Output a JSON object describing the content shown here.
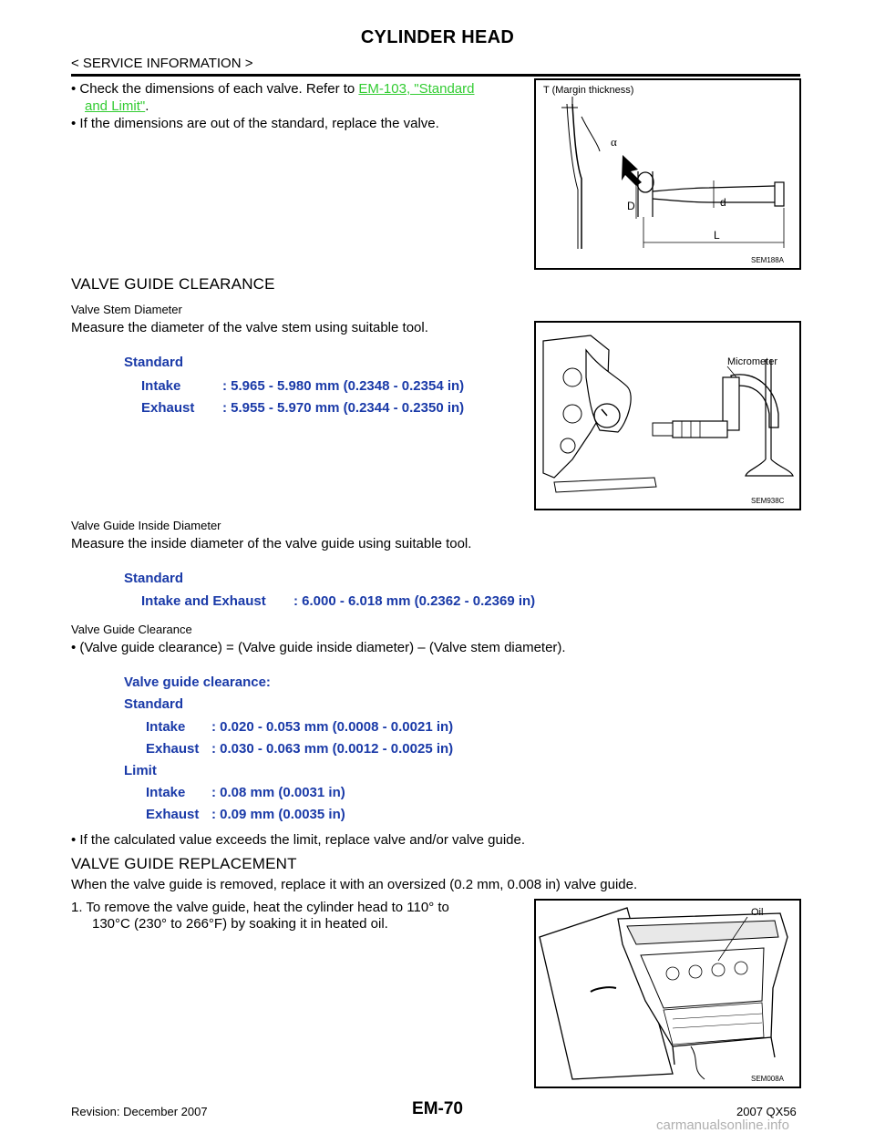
{
  "header": {
    "title": "CYLINDER HEAD",
    "section": "< SERVICE INFORMATION >"
  },
  "intro": {
    "bullet1_text": "• Check the dimensions of each valve. Refer to ",
    "bullet1_link_line1": "EM-103, \"Standard",
    "bullet1_link_line2": "and Limit\"",
    "bullet1_end": ".",
    "bullet2": "• If the dimensions are out of the standard, replace the valve."
  },
  "figure1": {
    "caption_top": "T (Margin thickness)",
    "label_alpha": "α",
    "label_D": "D",
    "label_d": "d",
    "label_L": "L",
    "code": "SEM188A"
  },
  "section_guide_clearance": {
    "heading": "VALVE GUIDE CLEARANCE",
    "stem_heading": "Valve Stem Diameter",
    "stem_text": "Measure the diameter of the valve stem using suitable tool.",
    "stem_spec": {
      "standard": "Standard",
      "intake_label": "Intake",
      "intake_value": ": 5.965 - 5.980 mm (0.2348 - 0.2354 in)",
      "exhaust_label": "Exhaust",
      "exhaust_value": ": 5.955 - 5.970 mm (0.2344 - 0.2350 in)"
    },
    "guide_heading": "Valve Guide Inside Diameter",
    "guide_text": "Measure the inside diameter of the valve guide using suitable tool.",
    "guide_spec": {
      "standard": "Standard",
      "label": "Intake and Exhaust",
      "value": ": 6.000 - 6.018 mm (0.2362 - 0.2369 in)"
    },
    "clearance_heading": "Valve Guide Clearance",
    "clearance_text": "• (Valve guide clearance) = (Valve guide inside diameter) – (Valve stem diameter).",
    "clearance_spec": {
      "title": "Valve guide clearance:",
      "standard": "Standard",
      "std_intake_label": "Intake",
      "std_intake_value": ": 0.020 - 0.053 mm (0.0008 - 0.0021 in)",
      "std_exhaust_label": "Exhaust",
      "std_exhaust_value": ": 0.030 - 0.063 mm (0.0012 - 0.0025 in)",
      "limit": "Limit",
      "lim_intake_label": "Intake",
      "lim_intake_value": ": 0.08 mm (0.0031 in)",
      "lim_exhaust_label": "Exhaust",
      "lim_exhaust_value": ": 0.09 mm (0.0035 in)"
    },
    "limit_note": "• If the calculated value exceeds the limit, replace valve and/or valve guide."
  },
  "figure2": {
    "label": "Micrometer",
    "code": "SEM938C"
  },
  "section_replacement": {
    "heading": "VALVE GUIDE REPLACEMENT",
    "text": "When the valve guide is removed, replace it with an oversized (0.2 mm, 0.008 in) valve guide.",
    "step1_line1": "1.  To remove the valve guide, heat the cylinder head to 110° to",
    "step1_line2": "130°C (230° to 266°F) by soaking it in heated oil."
  },
  "figure3": {
    "label": "Oil",
    "code": "SEM008A"
  },
  "footer": {
    "revision": "Revision: December 2007",
    "page": "EM-70",
    "model": "2007 QX56",
    "watermark": "carmanualsonline.info"
  }
}
